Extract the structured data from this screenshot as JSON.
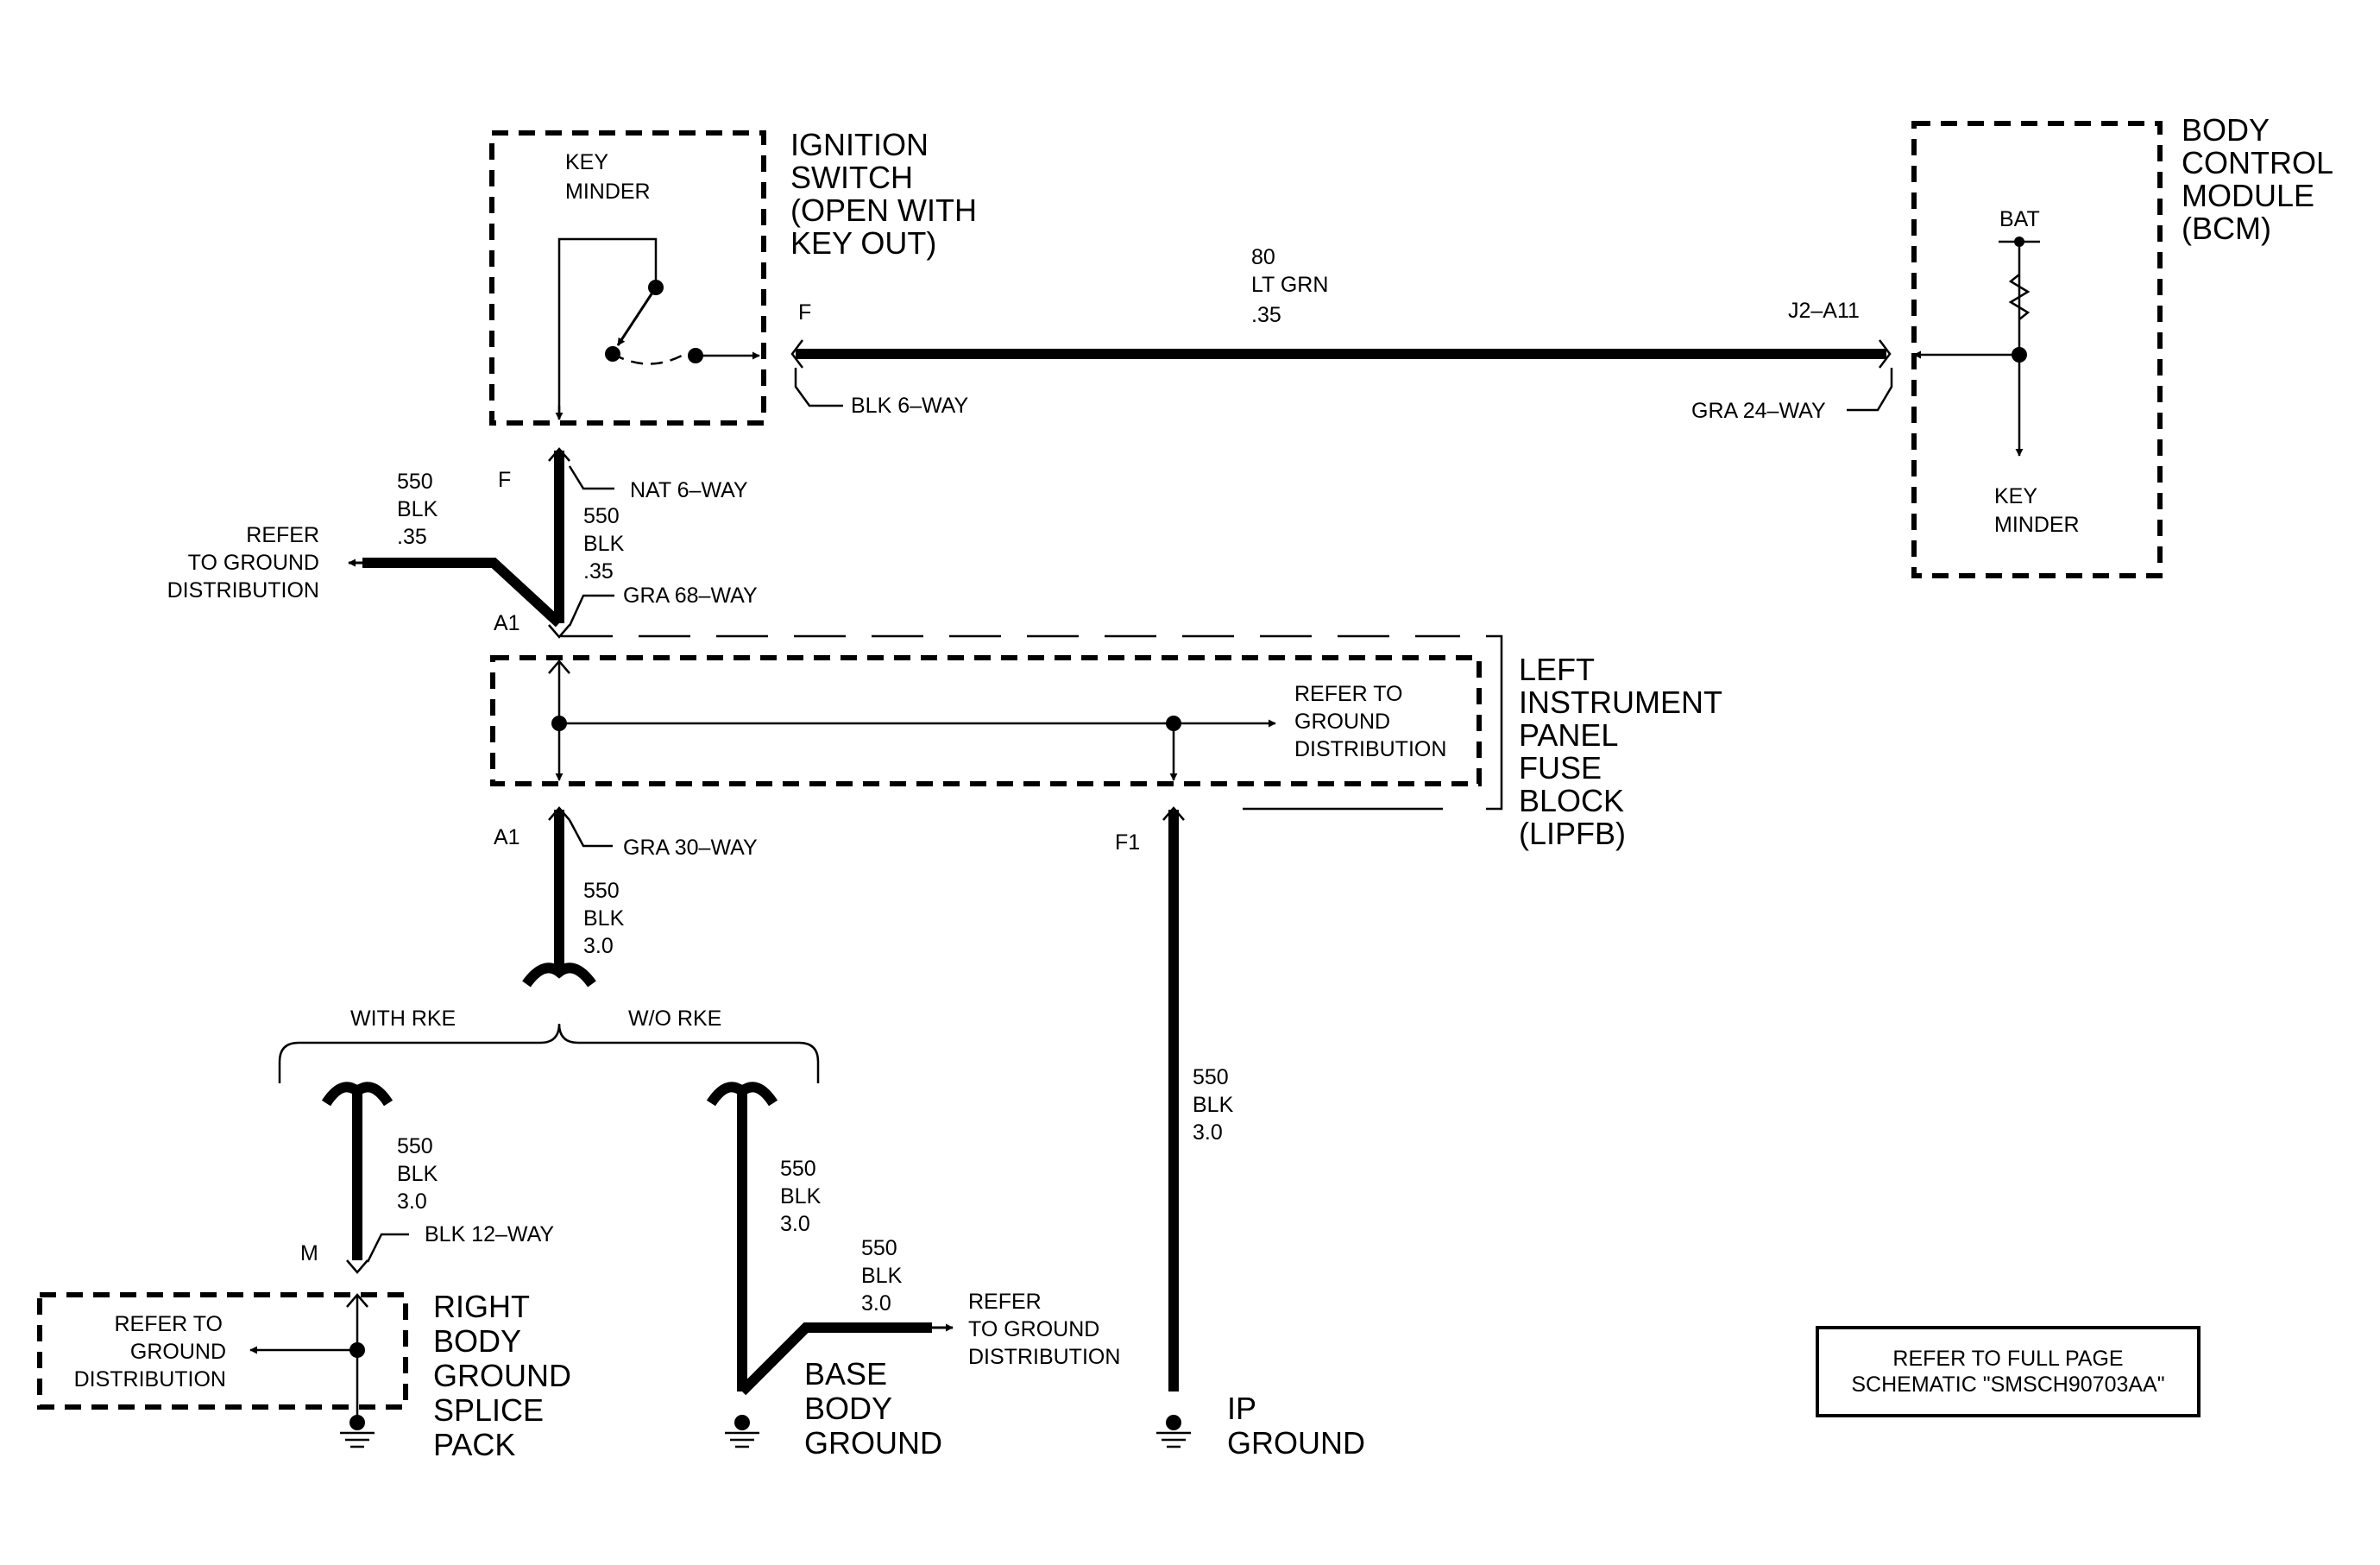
{
  "ignition_switch": {
    "title": [
      "IGNITION",
      "SWITCH",
      "(OPEN WITH",
      "KEY OUT)"
    ],
    "key_minder": [
      "KEY",
      "MINDER"
    ],
    "terminal_top": "F",
    "connector_right": "BLK 6–WAY",
    "terminal_bottom": "F",
    "connector_bottom": "NAT 6–WAY"
  },
  "bcm": {
    "title": [
      "BODY",
      "CONTROL",
      "MODULE",
      "(BCM)"
    ],
    "bat": "BAT",
    "key_minder": [
      "KEY",
      "MINDER"
    ],
    "terminal": "J2–A11",
    "connector": "GRA 24–WAY"
  },
  "wire_top": {
    "circuit": "80",
    "color": "LT GRN",
    "gauge": ".35"
  },
  "wire_left_branch": {
    "circuit": "550",
    "color": "BLK",
    "gauge": ".35",
    "refer": [
      "REFER",
      "TO GROUND",
      "DISTRIBUTION"
    ]
  },
  "wire_to_fuse": {
    "circuit": "550",
    "color": "BLK",
    "gauge": ".35",
    "connector": "GRA 68–WAY",
    "terminal": "A1"
  },
  "lipfb": {
    "title": [
      "LEFT",
      "INSTRUMENT",
      "PANEL",
      "FUSE",
      "BLOCK",
      "(LIPFB)"
    ],
    "refer": [
      "REFER TO",
      "GROUND",
      "DISTRIBUTION"
    ],
    "terminal_bottom_left": "A1",
    "connector_bottom": "GRA 30–WAY",
    "terminal_bottom_right": "F1"
  },
  "wire_from_fuse": {
    "circuit": "550",
    "color": "BLK",
    "gauge": "3.0"
  },
  "options": {
    "with_rke": "WITH RKE",
    "wo_rke": "W/O RKE"
  },
  "wire_rke": {
    "circuit": "550",
    "color": "BLK",
    "gauge": "3.0",
    "connector": "BLK 12–WAY",
    "terminal": "M"
  },
  "right_body_splice": {
    "title": [
      "RIGHT",
      "BODY",
      "GROUND",
      "SPLICE",
      "PACK"
    ],
    "refer": [
      "REFER TO",
      "GROUND",
      "DISTRIBUTION"
    ]
  },
  "wire_worke": {
    "circuit": "550",
    "color": "BLK",
    "gauge": "3.0"
  },
  "wire_base_branch": {
    "circuit": "550",
    "color": "BLK",
    "gauge": "3.0",
    "refer": [
      "REFER",
      "TO GROUND",
      "DISTRIBUTION"
    ]
  },
  "base_body_ground": [
    "BASE",
    "BODY",
    "GROUND"
  ],
  "wire_ip": {
    "circuit": "550",
    "color": "BLK",
    "gauge": "3.0"
  },
  "ip_ground": [
    "IP",
    "GROUND"
  ],
  "note": [
    "REFER TO FULL PAGE",
    "SCHEMATIC \"SMSCH90703AA\""
  ]
}
